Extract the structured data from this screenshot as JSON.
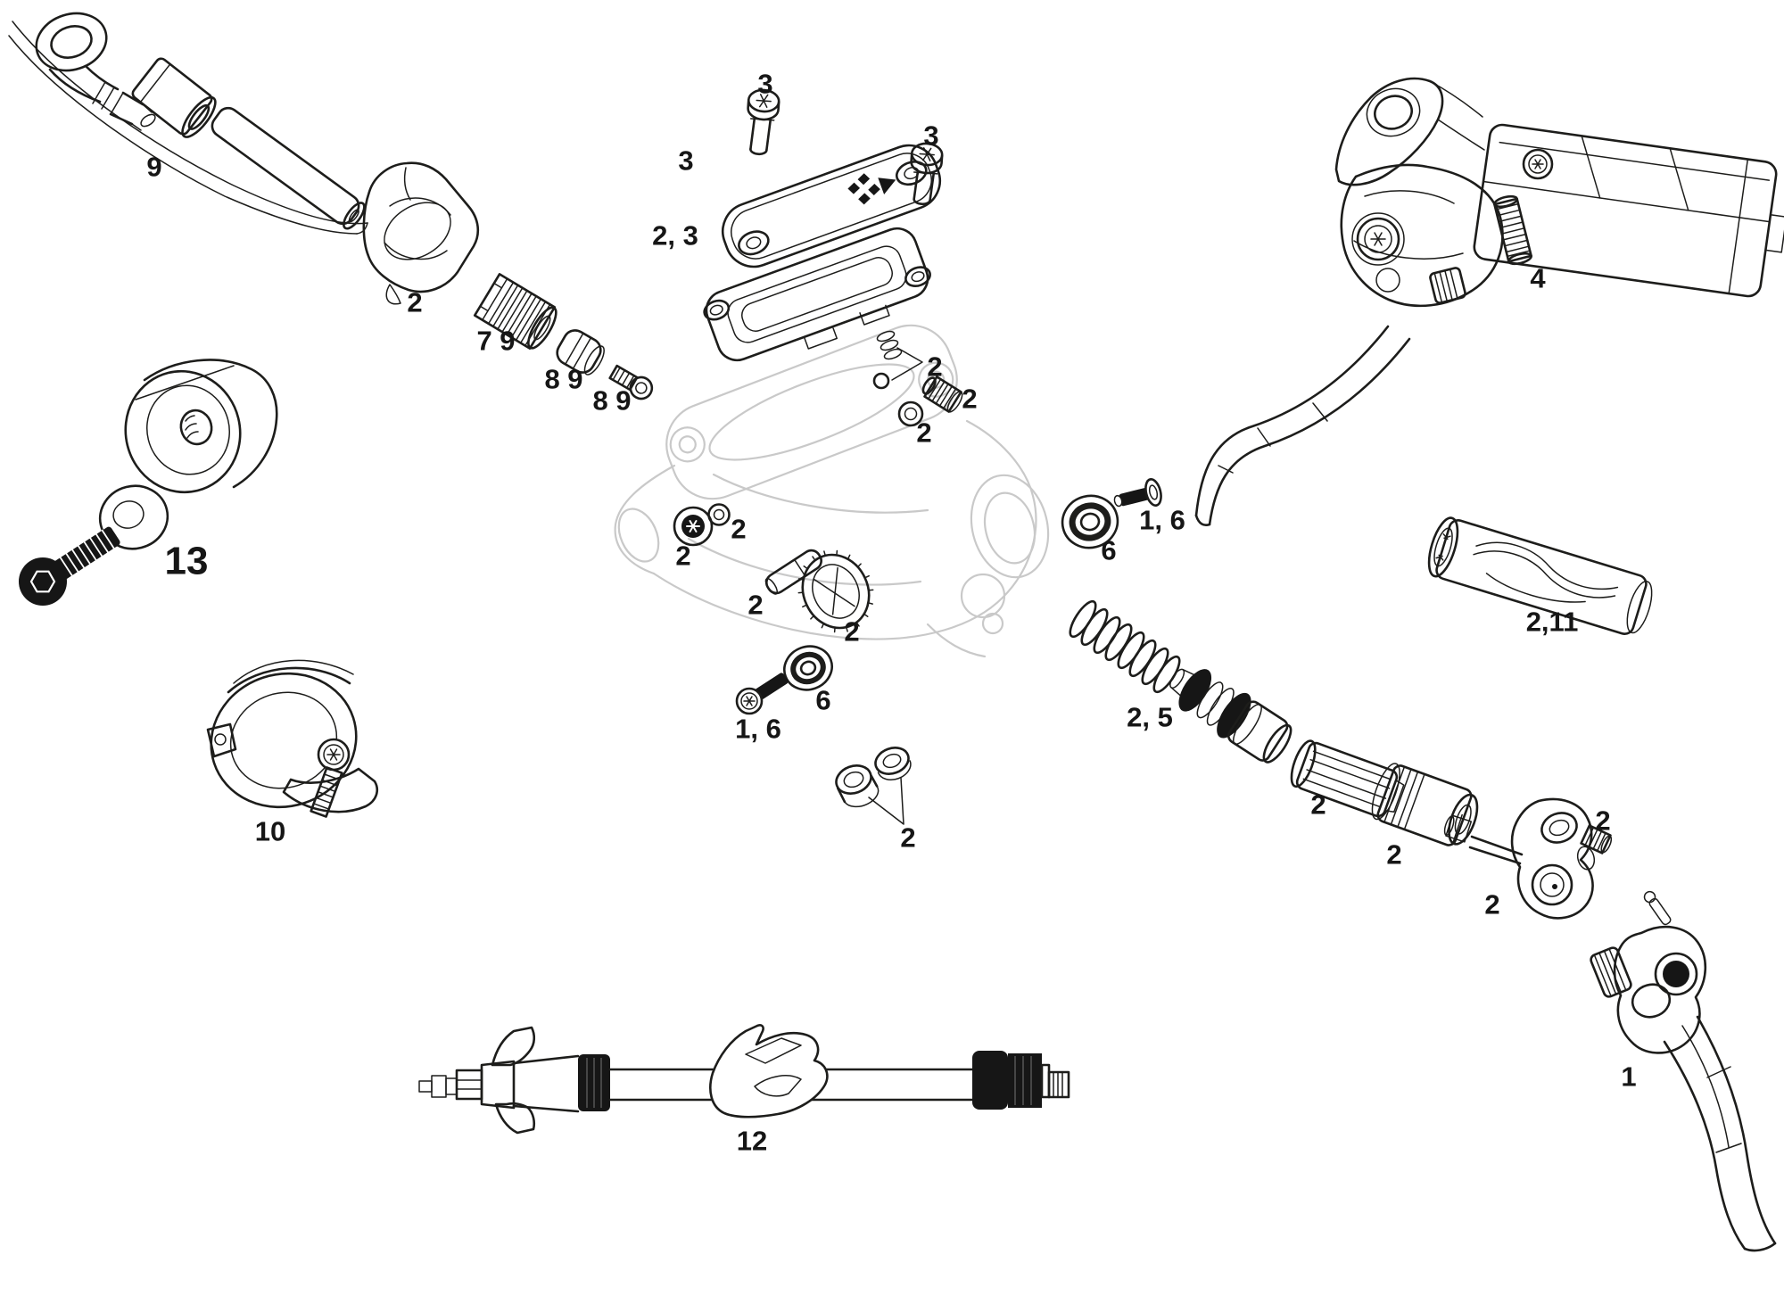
{
  "figure": {
    "type": "exploded-parts-diagram",
    "subject": "hydraulic brake lever service parts",
    "background": "#ffffff",
    "line_color": "#1d1d1b",
    "ghost_line_color": "#c9c9c9",
    "black_fill": "#161616"
  },
  "callouts": [
    {
      "id": "hose-kit",
      "text": "9"
    },
    {
      "id": "clamp-cover",
      "text": "2"
    },
    {
      "id": "compression-nut",
      "text": "7 9"
    },
    {
      "id": "olive",
      "text": "8 9"
    },
    {
      "id": "hose-barb",
      "text": "8 9"
    },
    {
      "id": "lid-bolt-a",
      "text": "3"
    },
    {
      "id": "reservoir-lid",
      "text": "3"
    },
    {
      "id": "lid-bolt-b",
      "text": "3"
    },
    {
      "id": "bladder",
      "text": "2, 3"
    },
    {
      "id": "detent-spring",
      "text": "2"
    },
    {
      "id": "threaded-plug",
      "text": "2"
    },
    {
      "id": "plug-oring",
      "text": "2"
    },
    {
      "id": "bleed-oring",
      "text": "2"
    },
    {
      "id": "bleed-screw",
      "text": "2"
    },
    {
      "id": "pivot-pin",
      "text": "2"
    },
    {
      "id": "ratchet-wheel",
      "text": "2"
    },
    {
      "id": "bearing-left",
      "text": "6"
    },
    {
      "id": "pivot-bolt-left",
      "text": "1, 6"
    },
    {
      "id": "bushings",
      "text": "2"
    },
    {
      "id": "bearing-right",
      "text": "6"
    },
    {
      "id": "pivot-pin-right",
      "text": "1, 6"
    },
    {
      "id": "piston-spring",
      "text": "2, 5"
    },
    {
      "id": "cam-tube",
      "text": "2,11"
    },
    {
      "id": "lever-assembly",
      "text": "4"
    },
    {
      "id": "piston-sleeve",
      "text": "2"
    },
    {
      "id": "grooved-cup",
      "text": "2"
    },
    {
      "id": "pushrod-knuckle",
      "text": "2"
    },
    {
      "id": "set-screw",
      "text": "2"
    },
    {
      "id": "lever-blade",
      "text": "1"
    },
    {
      "id": "bar-clamp",
      "text": "10"
    },
    {
      "id": "barb-tool",
      "text": "13"
    },
    {
      "id": "bleed-hose",
      "text": "12"
    }
  ]
}
